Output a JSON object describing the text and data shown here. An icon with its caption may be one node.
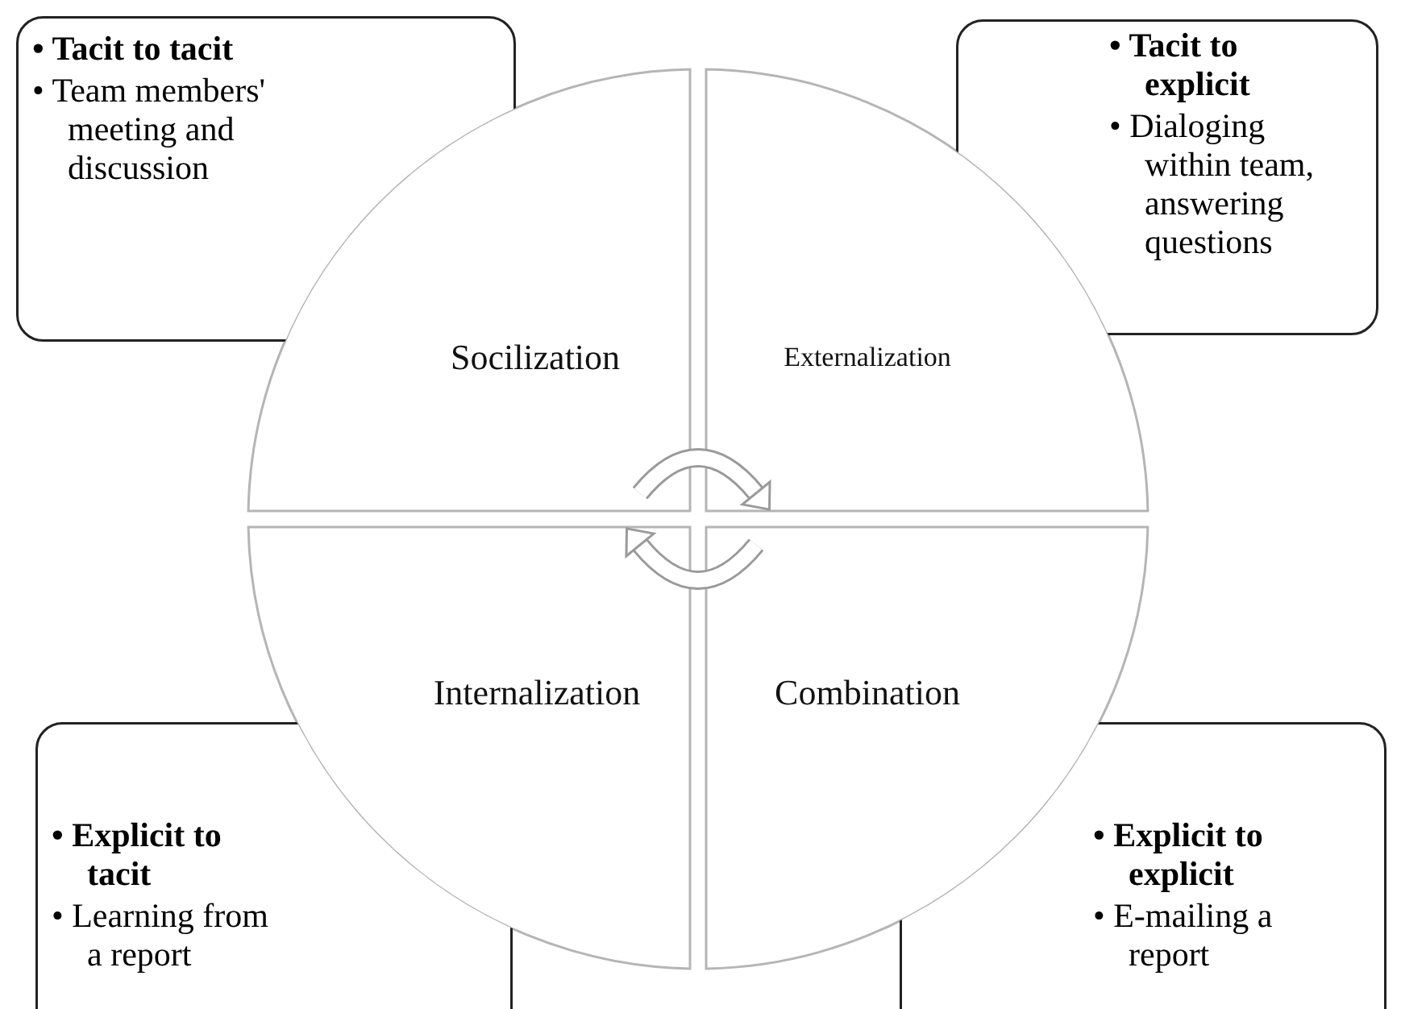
{
  "diagram": {
    "nodes": [
      {
        "text": [
          "• Tacit to tacit",
          "• Team members' meeting and discussion"
        ]
      },
      {
        "text": [
          "• Tacit to explicit",
          "• Dialoging within team, answering questions"
        ]
      },
      {
        "text": [
          "Socilization"
        ]
      },
      {
        "text": [
          "Externalization"
        ]
      },
      {
        "text": [
          "Internalization"
        ]
      },
      {
        "text": [
          "Combination"
        ]
      },
      {
        "text": [
          "• Explicit to tacit",
          "• Learning from a report"
        ]
      },
      {
        "text": [
          "• Explicit to explicit",
          "• E-mailing a report"
        ]
      }
    ],
    "edges": [
      {
        "from": 2,
        "to": 3,
        "arrow": "to"
      },
      {
        "from": 5,
        "to": 4,
        "arrow": "to"
      }
    ]
  }
}
